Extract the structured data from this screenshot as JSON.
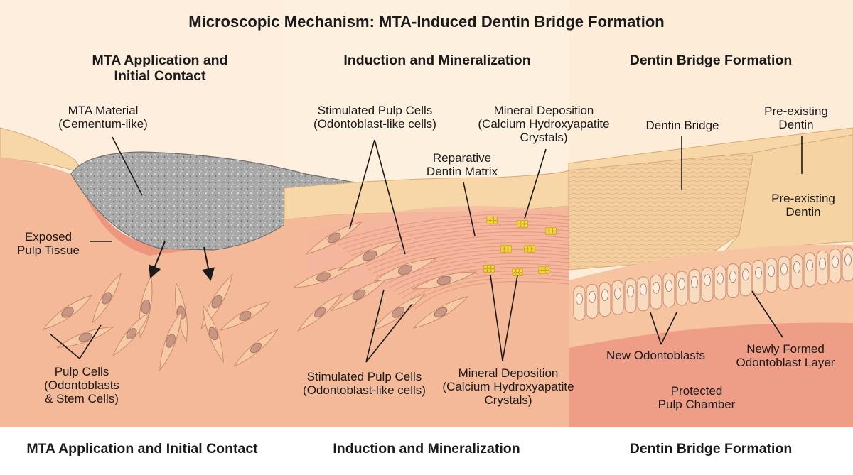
{
  "title": "Microscopic Mechanism: MTA-Induced Dentin Bridge Formation",
  "panels": [
    {
      "heading": "MTA Application and\nInitial Contact",
      "footer": "MTA Application and Initial Contact",
      "labels": {
        "mta_material": "MTA Material\n(Cementum-like)",
        "exposed_pulp": "Exposed\nPulp Tissue",
        "pulp_cells": "Pulp Cells\n(Odontoblasts\n& Stem Cells)"
      }
    },
    {
      "heading": "Induction and Mineralization",
      "footer": "Induction and Mineralization",
      "labels": {
        "stimulated_top": "Stimulated Pulp Cells\n(Odontoblast-like cells)",
        "mineral_top": "Mineral Deposition\n(Calcium Hydroxyapatite\nCrystals)",
        "reparative_matrix": "Reparative\nDentin Matrix",
        "stimulated_bottom": "Stimulated Pulp Cells\n(Odontoblast-like cells)",
        "mineral_bottom": "Mineral Deposition\n(Calcium Hydroxyapatite\nCrystals)"
      }
    },
    {
      "heading": "Dentin Bridge Formation",
      "footer": "Dentin Bridge Formation",
      "labels": {
        "dentin_bridge": "Dentin Bridge",
        "preexisting_top": "Pre-existing\nDentin",
        "preexisting_mid": "Pre-existing\nDentin",
        "new_odontoblasts": "New Odontoblasts",
        "newly_formed_layer": "Newly Formed\nOdontoblast Layer",
        "protected_chamber": "Protected\nPulp Chamber"
      }
    }
  ],
  "colors": {
    "background": "#fdeedd",
    "pulp_tissue": "#f3b998",
    "dentin": "#f7d7a8",
    "mta": "#a9a9a9",
    "cell_body": "#f7c9a6",
    "nucleus": "#c89682",
    "crystal": "#f2d23c",
    "chamber": "#ee9d86",
    "text": "#1a1a1a"
  }
}
